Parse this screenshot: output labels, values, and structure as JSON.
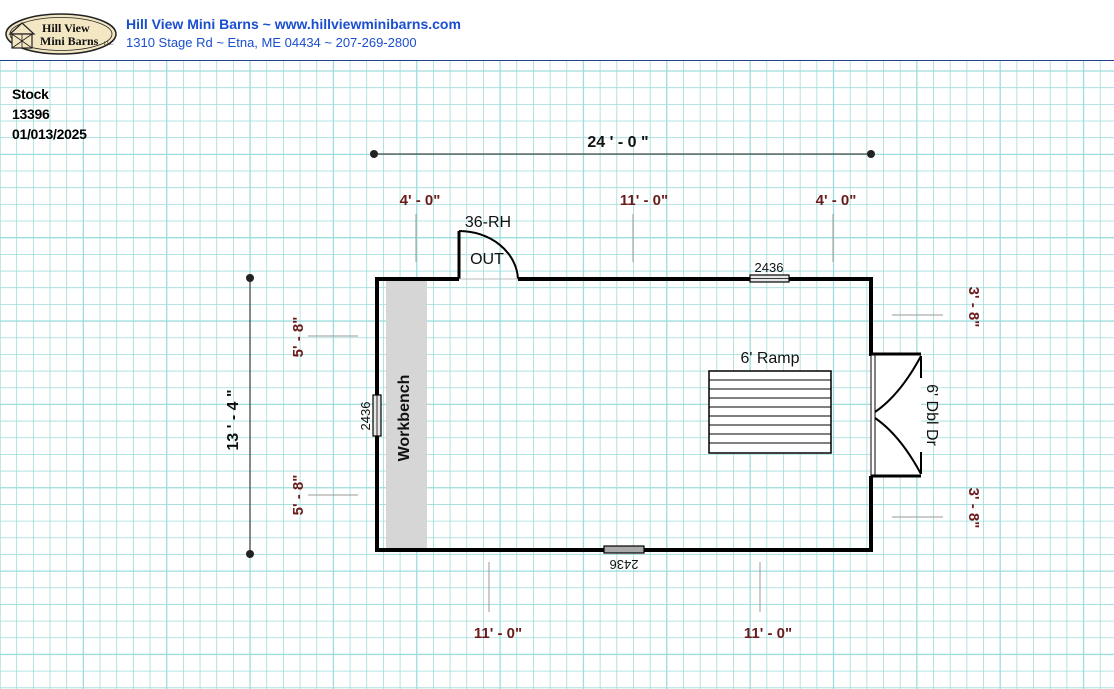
{
  "header": {
    "logo_line1": "Hill View",
    "logo_line2": "Mini Barns",
    "logo_llc": "LLC",
    "company": "Hill View Mini Barns ~ www.hillviewminibarns.com",
    "address": "1310 Stage Rd ~ Etna, ME 04434 ~ 207-269-2800"
  },
  "stock": {
    "label": "Stock",
    "number": "13396",
    "date": "01/013/2025"
  },
  "plan": {
    "overall_width": "24 ' - 0 \"",
    "overall_depth": "13 ' - 4 \"",
    "top_left": "4' - 0\"",
    "top_mid": "11' - 0\"",
    "top_right": "4' - 0\"",
    "bottom_left": "11' - 0\"",
    "bottom_right": "11' - 0\"",
    "left_upper": "5' - 8\"",
    "left_lower": "5' - 8\"",
    "right_upper": "3' - 8\"",
    "right_lower": "3' - 8\"",
    "door_code": "36-RH",
    "door_swing": "OUT",
    "window_top": "2436",
    "window_left": "2436",
    "window_bottom": "2436",
    "workbench": "Workbench",
    "ramp": "6' Ramp",
    "double_door": "6' Dbl Dr"
  },
  "colors": {
    "grid_line": "#9fdcdc",
    "brand_blue": "#1a4fd0",
    "dimension_red": "#6b1a1a",
    "workbench_fill": "#d6d6d6"
  }
}
